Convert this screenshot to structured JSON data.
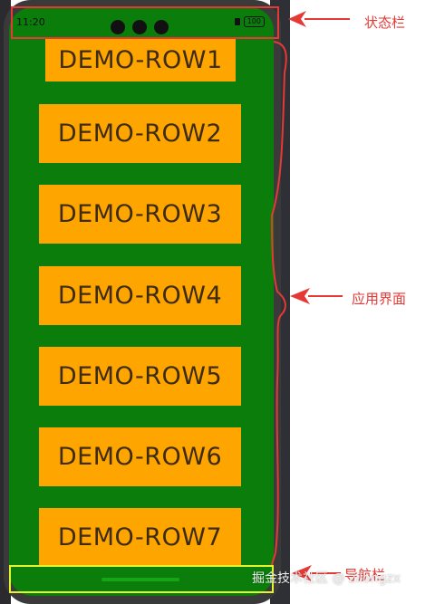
{
  "status_bar": {
    "time": "11:20",
    "battery": "100"
  },
  "rows": [
    {
      "label": "DEMO-ROW1"
    },
    {
      "label": "DEMO-ROW2"
    },
    {
      "label": "DEMO-ROW3"
    },
    {
      "label": "DEMO-ROW4"
    },
    {
      "label": "DEMO-ROW5"
    },
    {
      "label": "DEMO-ROW6"
    },
    {
      "label": "DEMO-ROW7"
    }
  ],
  "annotations": {
    "status_bar": "状态栏",
    "app_interface": "应用界面",
    "nav_bar": "导航栏"
  },
  "watermark": "掘金技术社区 @ zilongzx",
  "colors": {
    "background": "#0b7d0b",
    "row": "#ffa500",
    "annotation": "#e53935",
    "nav_box": "#e5f22e"
  }
}
